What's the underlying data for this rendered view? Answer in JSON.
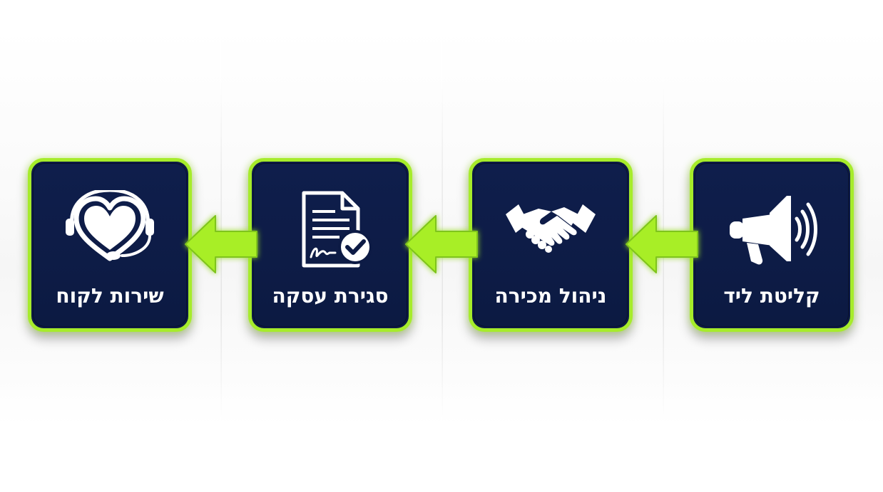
{
  "steps": [
    {
      "label": "קליטת ליד",
      "icon": "megaphone-icon"
    },
    {
      "label": "ניהול מכירה",
      "icon": "handshake-icon"
    },
    {
      "label": "סגירת עסקה",
      "icon": "signed-contract-icon"
    },
    {
      "label": "שירות לקוח",
      "icon": "heart-headset-icon"
    }
  ],
  "colors": {
    "card_background": "#0d1b45",
    "accent_green": "#a6ec2a",
    "text": "#ffffff"
  }
}
